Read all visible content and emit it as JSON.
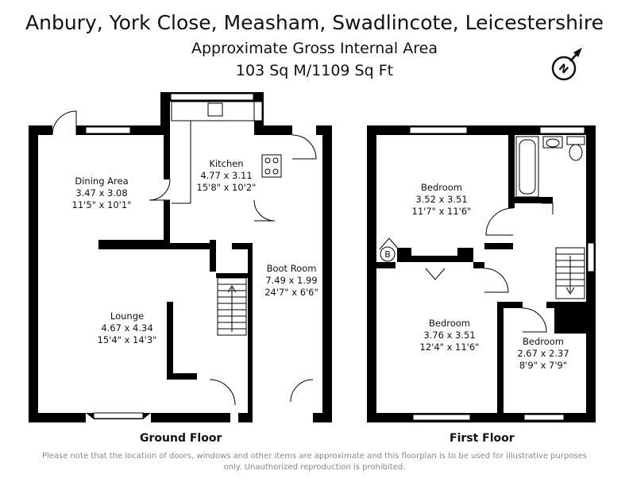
{
  "header": {
    "title": "Anbury, York Close, Measham, Swadlincote, Leicestershire",
    "subtitle": "Approximate Gross Internal Area",
    "area": "103 Sq M/1109 Sq Ft"
  },
  "compass": {
    "icon": "compass-north-icon",
    "letter": "N"
  },
  "ground_floor": {
    "label": "Ground Floor",
    "rooms": {
      "dining": {
        "name": "Dining Area",
        "metric": "3.47 x 3.08",
        "imperial": "11'5\" x 10'1\""
      },
      "kitchen": {
        "name": "Kitchen",
        "metric": "4.77 x 3.11",
        "imperial": "15'8\" x 10'2\""
      },
      "lounge": {
        "name": "Lounge",
        "metric": "4.67 x 4.34",
        "imperial": "15'4\" x 14'3\""
      },
      "boot": {
        "name": "Boot Room",
        "metric": "7.49 x 1.99",
        "imperial": "24'7\" x 6'6\""
      }
    }
  },
  "first_floor": {
    "label": "First Floor",
    "boiler": "B",
    "rooms": {
      "bed1": {
        "name": "Bedroom",
        "metric": "3.52 x 3.51",
        "imperial": "11'7\" x 11'6\""
      },
      "bed2": {
        "name": "Bedroom",
        "metric": "3.76 x 3.51",
        "imperial": "12'4\" x 11'6\""
      },
      "bed3": {
        "name": "Bedroom",
        "metric": "2.67 x 2.37",
        "imperial": "8'9\" x 7'9\""
      }
    }
  },
  "disclaimer": "Please note that the location of doors, windows and other items are approximate and this floorplan is to be used for illustrative purposes only. Unauthorized reproduction is prohibited."
}
